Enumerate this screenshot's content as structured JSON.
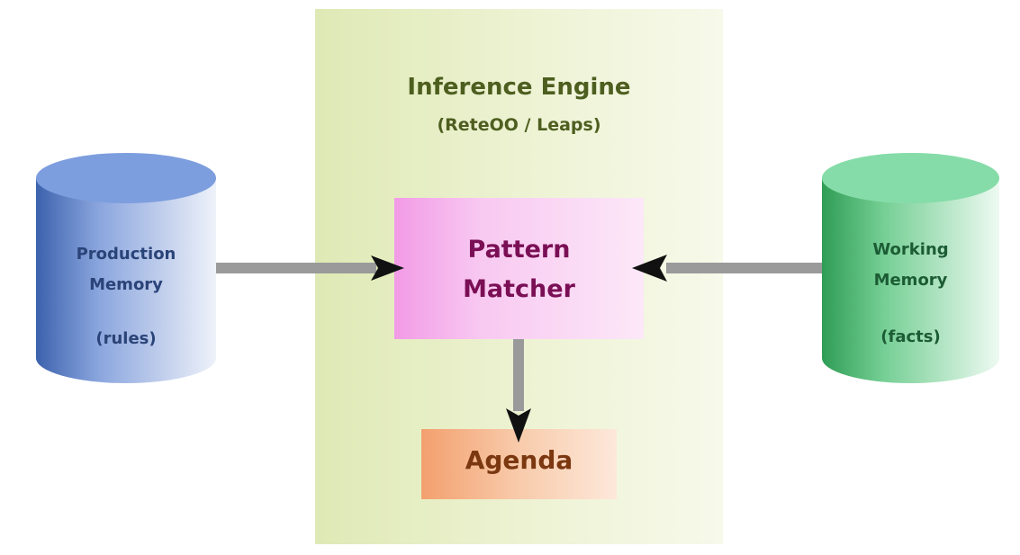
{
  "inference_engine": {
    "title": "Inference Engine",
    "subtitle": "(ReteOO / Leaps)"
  },
  "pattern_matcher": {
    "line1": "Pattern",
    "line2": "Matcher"
  },
  "agenda": {
    "label": "Agenda"
  },
  "production_memory": {
    "line1": "Production",
    "line2": "Memory",
    "sub": "(rules)"
  },
  "working_memory": {
    "line1": "Working",
    "line2": "Memory",
    "sub": "(facts)"
  },
  "colors": {
    "engine_panel": "#e4edc6",
    "pattern_matcher_fill": "#f4a3ea",
    "agenda_fill": "#f6b183",
    "production_cylinder": "#7d9ede",
    "working_cylinder": "#86dca8",
    "connector": "#9a9a9a",
    "arrowhead": "#111111"
  }
}
